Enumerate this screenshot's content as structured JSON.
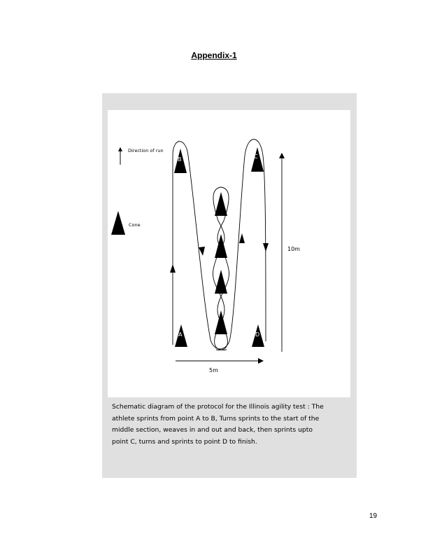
{
  "document": {
    "title": "Appendix-1",
    "page_number": "19"
  },
  "figure": {
    "legend": {
      "direction_label": "Direction of run",
      "cone_label": "Cone"
    },
    "points": {
      "a": "A",
      "b": "B",
      "c": "C",
      "d": "D"
    },
    "dimensions": {
      "length": "10m",
      "width": "5m"
    }
  },
  "caption": {
    "lines": [
      "Schematic diagram of the protocol for the Illinois agility test : The",
      "athlete sprints from point A to B, Turns  sprints to the start of the",
      "middle section, weaves in and out and back, then sprints upto",
      "point C, turns and sprints to point D to finish."
    ]
  }
}
